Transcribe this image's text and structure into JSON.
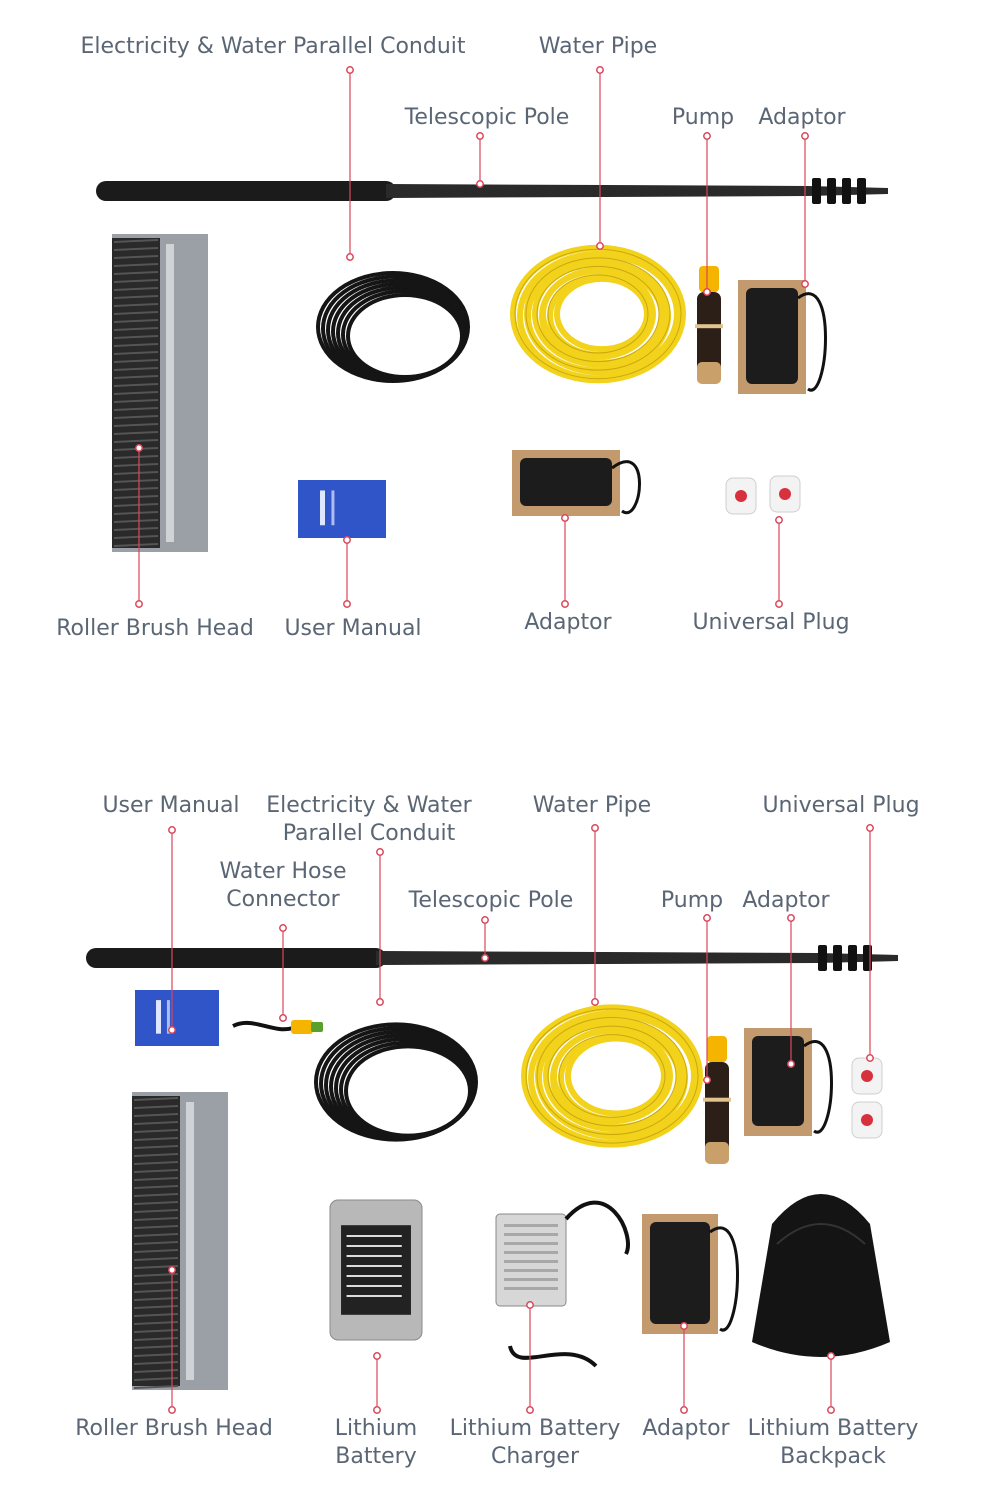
{
  "sections": [
    {
      "id": "kit-1",
      "callouts": [
        {
          "key": "conduit",
          "lines": [
            "Electricity & Water Parallel Conduit"
          ],
          "icon": "cable-coil-icon"
        },
        {
          "key": "water-pipe",
          "lines": [
            "Water Pipe"
          ],
          "icon": "yellow-hose-coil-icon"
        },
        {
          "key": "telescopic-pole",
          "lines": [
            "Telescopic Pole"
          ],
          "icon": "pole-icon"
        },
        {
          "key": "pump",
          "lines": [
            "Pump"
          ],
          "icon": "pump-icon"
        },
        {
          "key": "adaptor-top",
          "lines": [
            "Adaptor"
          ],
          "icon": "power-adaptor-icon"
        },
        {
          "key": "roller-brush-head",
          "lines": [
            "Roller Brush Head"
          ],
          "icon": "roller-brush-icon"
        },
        {
          "key": "user-manual",
          "lines": [
            "User Manual"
          ],
          "icon": "manual-icon"
        },
        {
          "key": "adaptor-bottom",
          "lines": [
            "Adaptor"
          ],
          "icon": "power-adaptor-icon"
        },
        {
          "key": "universal-plug",
          "lines": [
            "Universal Plug"
          ],
          "icon": "plug-icon"
        }
      ]
    },
    {
      "id": "kit-2",
      "callouts": [
        {
          "key": "user-manual",
          "lines": [
            "User Manual"
          ],
          "icon": "manual-icon"
        },
        {
          "key": "conduit",
          "lines": [
            "Electricity & Water",
            "Parallel Conduit"
          ],
          "icon": "cable-coil-icon"
        },
        {
          "key": "water-pipe",
          "lines": [
            "Water Pipe"
          ],
          "icon": "yellow-hose-coil-icon"
        },
        {
          "key": "universal-plug",
          "lines": [
            "Universal Plug"
          ],
          "icon": "plug-icon"
        },
        {
          "key": "water-hose-connector",
          "lines": [
            "Water Hose",
            "Connector"
          ],
          "icon": "hose-connector-icon"
        },
        {
          "key": "telescopic-pole",
          "lines": [
            "Telescopic Pole"
          ],
          "icon": "pole-icon"
        },
        {
          "key": "pump",
          "lines": [
            "Pump"
          ],
          "icon": "pump-icon"
        },
        {
          "key": "adaptor-top",
          "lines": [
            "Adaptor"
          ],
          "icon": "power-adaptor-icon"
        },
        {
          "key": "roller-brush-head",
          "lines": [
            "Roller Brush Head"
          ],
          "icon": "roller-brush-icon"
        },
        {
          "key": "lithium-battery",
          "lines": [
            "Lithium",
            "Battery"
          ],
          "icon": "battery-icon"
        },
        {
          "key": "battery-charger",
          "lines": [
            "Lithium Battery",
            "Charger"
          ],
          "icon": "charger-icon"
        },
        {
          "key": "adaptor-bottom",
          "lines": [
            "Adaptor"
          ],
          "icon": "power-adaptor-icon"
        },
        {
          "key": "battery-backpack",
          "lines": [
            "Lithium Battery",
            "Backpack"
          ],
          "icon": "backpack-icon"
        }
      ]
    }
  ],
  "colors": {
    "label_text": "#5b6675",
    "leader_line": "#d9475a",
    "pole": "#1b1b1b",
    "hose_yellow": "#f2d21a",
    "cable_black": "#151515",
    "manual_blue": "#2f55c9",
    "brush_metal": "#9aa0a6",
    "battery_grey": "#b8b8b8"
  }
}
